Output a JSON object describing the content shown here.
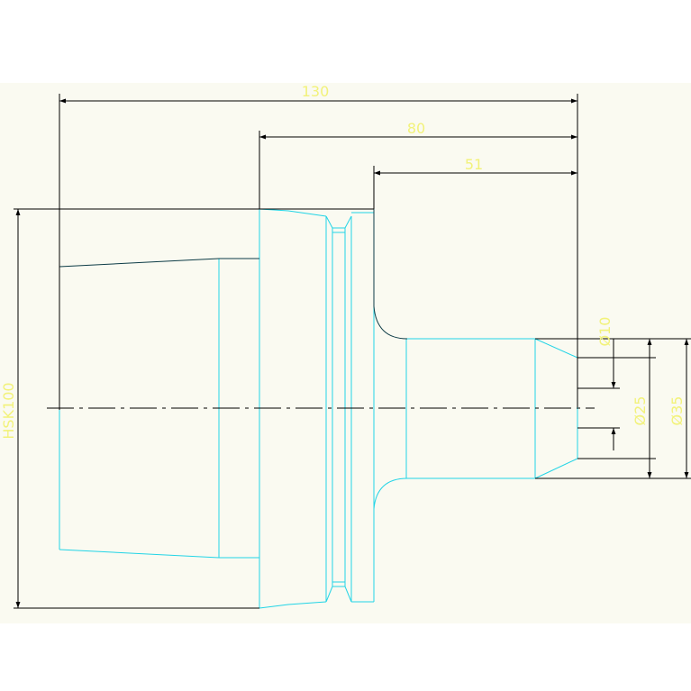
{
  "colors": {
    "background": "#ffffff",
    "sheet": "#fafaf1",
    "part_outline": "#22d4e6",
    "dark_outline": "#0c3b46",
    "dimension_lines": "#000000",
    "dimension_text": "#f2f27a",
    "centerline": "#000000"
  },
  "dimensions": {
    "overall_length": "130",
    "mid_length": "80",
    "short_length": "51",
    "taper_label": "HSK100",
    "dia_small": "Ø10",
    "dia_mid": "Ø25",
    "dia_large": "Ø35"
  }
}
